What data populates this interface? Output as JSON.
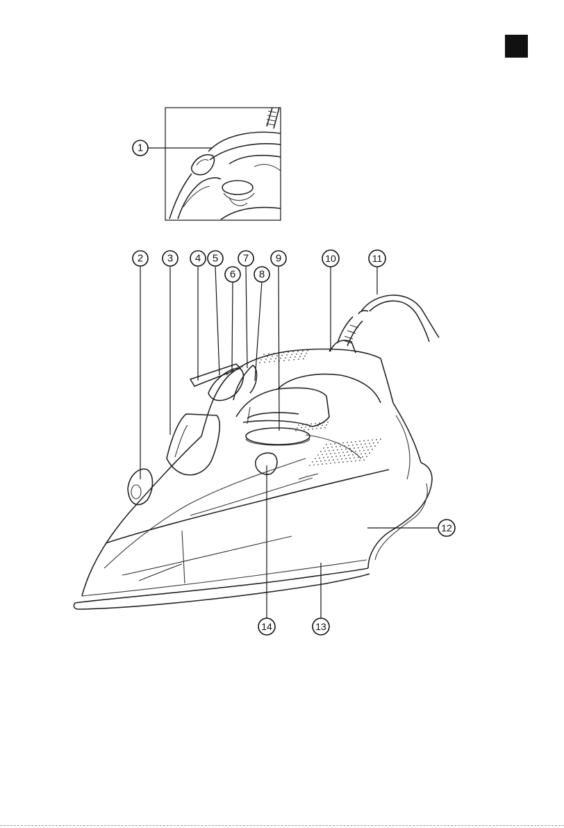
{
  "callouts": [
    {
      "number": "1"
    },
    {
      "number": "2"
    },
    {
      "number": "3"
    },
    {
      "number": "4"
    },
    {
      "number": "5"
    },
    {
      "number": "6"
    },
    {
      "number": "7"
    },
    {
      "number": "8"
    },
    {
      "number": "9"
    },
    {
      "number": "10"
    },
    {
      "number": "11"
    },
    {
      "number": "12"
    },
    {
      "number": "13"
    },
    {
      "number": "14"
    }
  ],
  "colors": {
    "ink": "#111111",
    "tab": "#111111",
    "background": "#ffffff"
  }
}
